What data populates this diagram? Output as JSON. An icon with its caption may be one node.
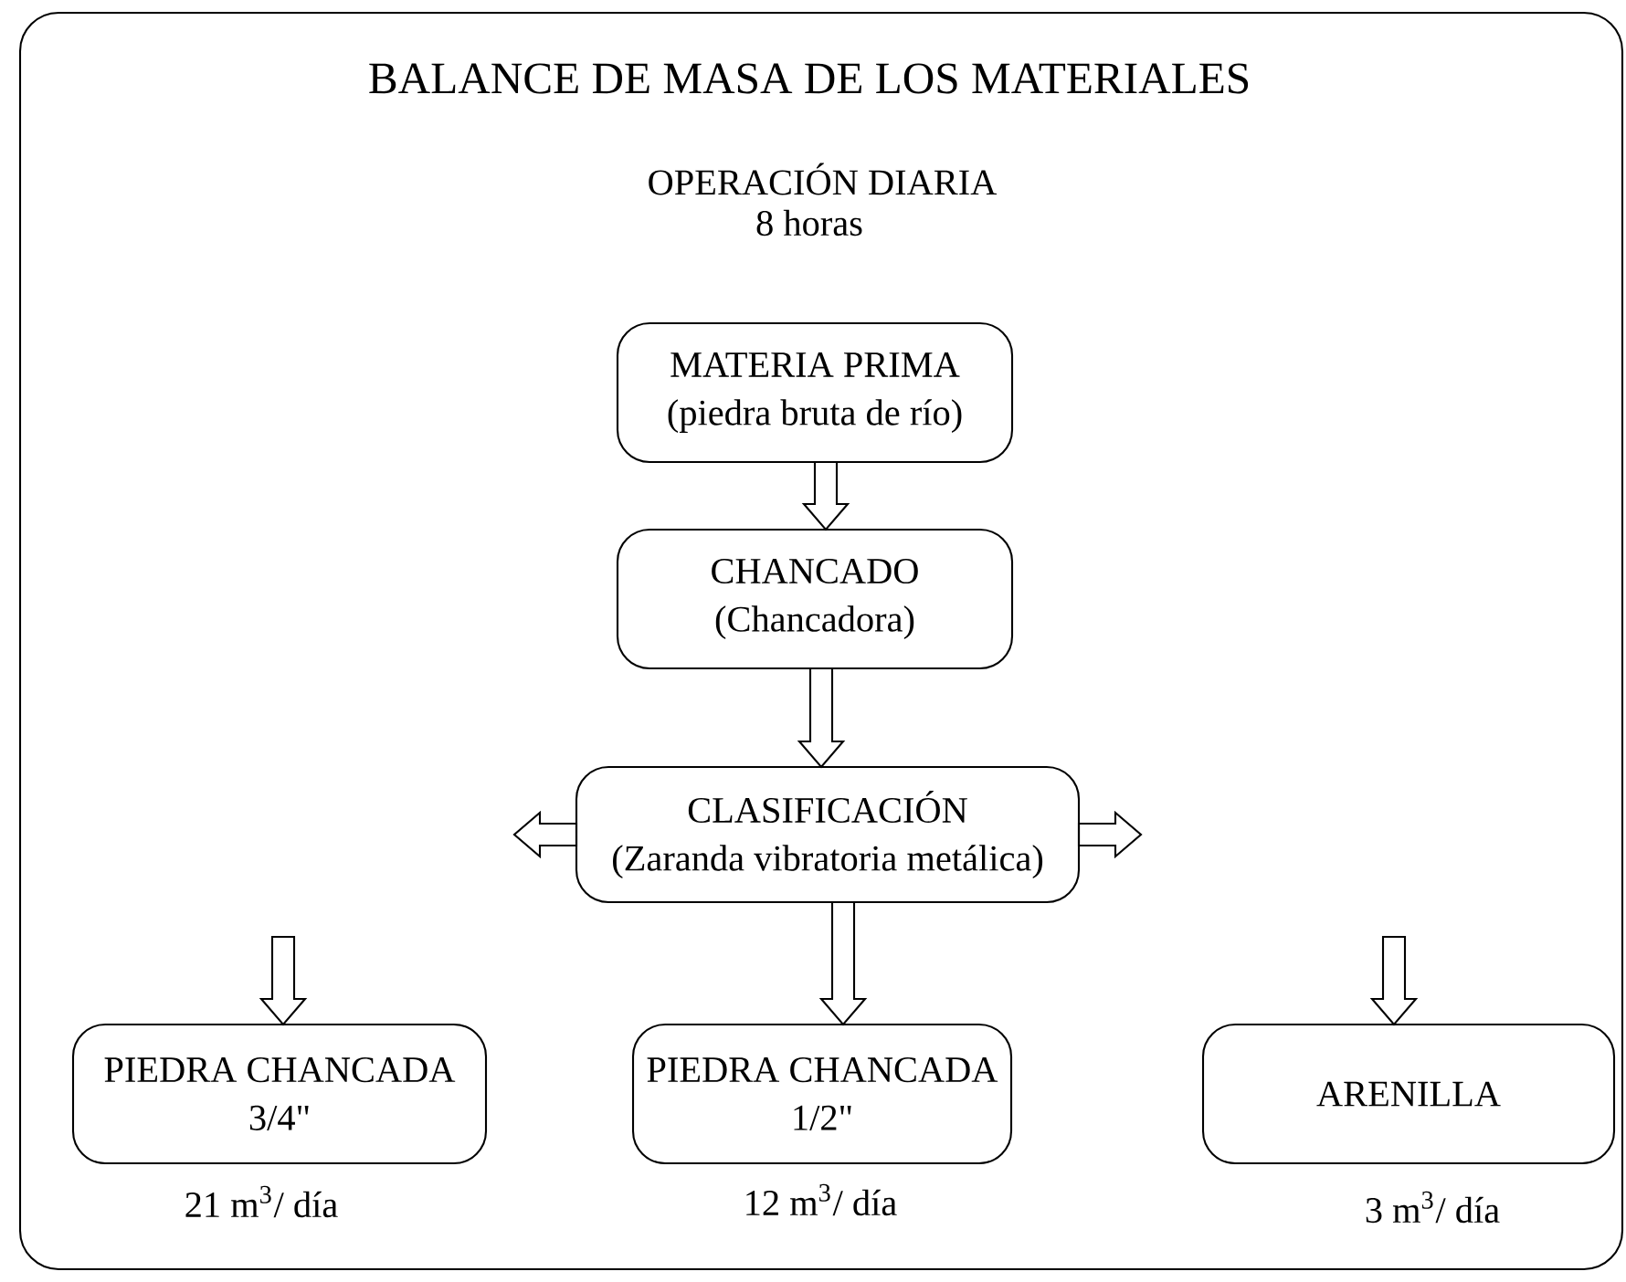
{
  "diagram": {
    "title": "BALANCE DE MASA DE LOS MATERIALES",
    "nodes": [
      {
        "text": [
          "MATERIA PRIMA",
          "(piedra bruta de río)"
        ]
      },
      {
        "text": [
          "CHANCADO",
          "(Chancadora)"
        ]
      },
      {
        "text": [
          "CLASIFICACIÓN",
          "(Zaranda vibratoria metálica)"
        ]
      },
      {
        "text": [
          "PIEDRA CHANCADA",
          "3/4\""
        ],
        "beside": [
          "21 m$^{3}$/ día"
        ]
      },
      {
        "text": [
          "PIEDRA CHANCADA",
          "1/2\""
        ],
        "beside": [
          "12 m$^{3}$/ día"
        ]
      },
      {
        "text": [
          "ARENILLA"
        ],
        "beside": [
          "3 m$^{3}$/ día"
        ]
      }
    ],
    "edges": [
      {
        "from": 0,
        "to": 1,
        "arrow": "to"
      },
      {
        "from": 1,
        "to": 2,
        "arrow": "to"
      },
      {
        "from": 2,
        "to": null,
        "arrow": "to"
      },
      {
        "from": 2,
        "to": null,
        "arrow": "to"
      },
      {
        "from": null,
        "to": 3,
        "arrow": "to"
      },
      {
        "from": 2,
        "to": 4,
        "arrow": "to"
      },
      {
        "from": null,
        "to": 5,
        "arrow": "to"
      }
    ],
    "labels": [
      "OPERACIÓN DIARIA",
      "8 horas"
    ]
  }
}
